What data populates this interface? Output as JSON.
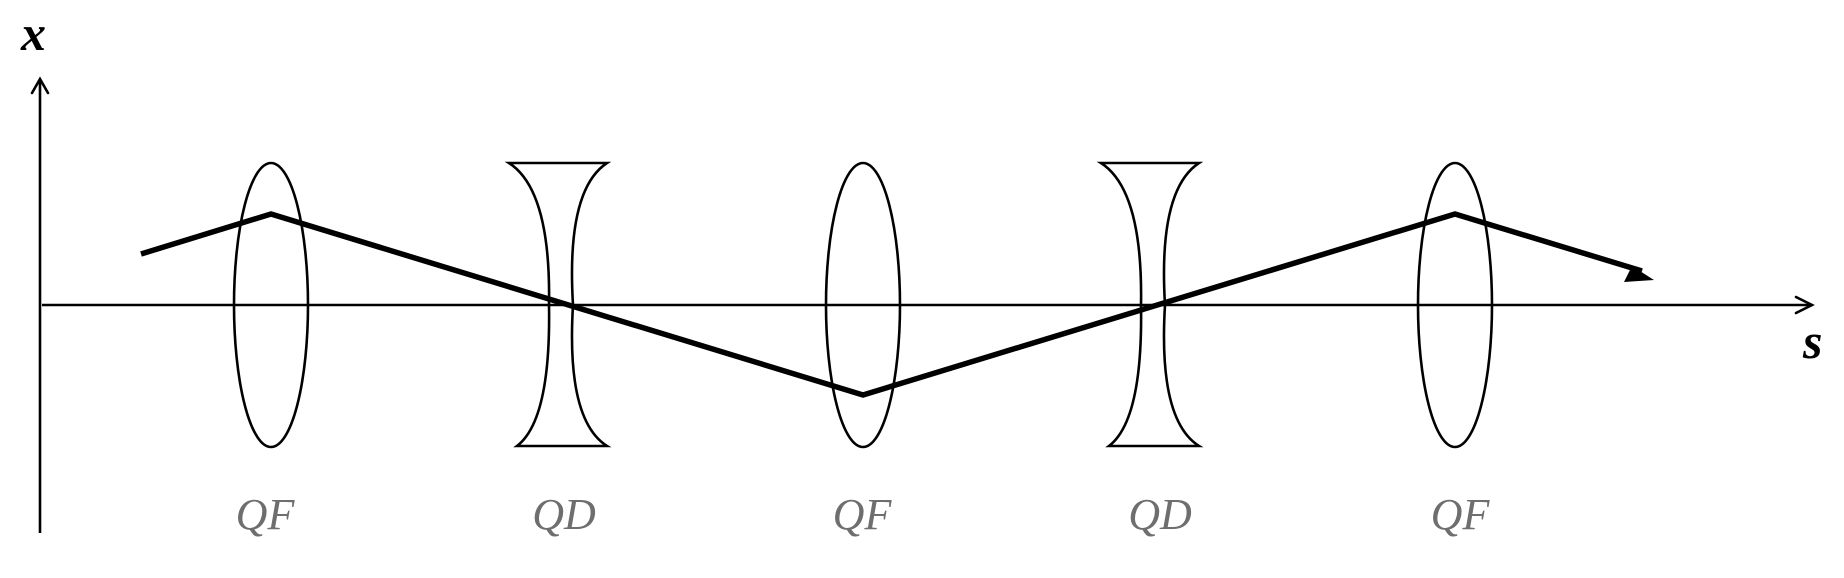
{
  "axes": {
    "vertical_label": "x",
    "horizontal_label": "s"
  },
  "quadrupoles": [
    {
      "type": "focusing",
      "label": "QF"
    },
    {
      "type": "defocusing",
      "label": "QD"
    },
    {
      "type": "focusing",
      "label": "QF"
    },
    {
      "type": "defocusing",
      "label": "QD"
    },
    {
      "type": "focusing",
      "label": "QF"
    }
  ],
  "colors": {
    "line": "#000000",
    "label": "#6e6e6e"
  }
}
